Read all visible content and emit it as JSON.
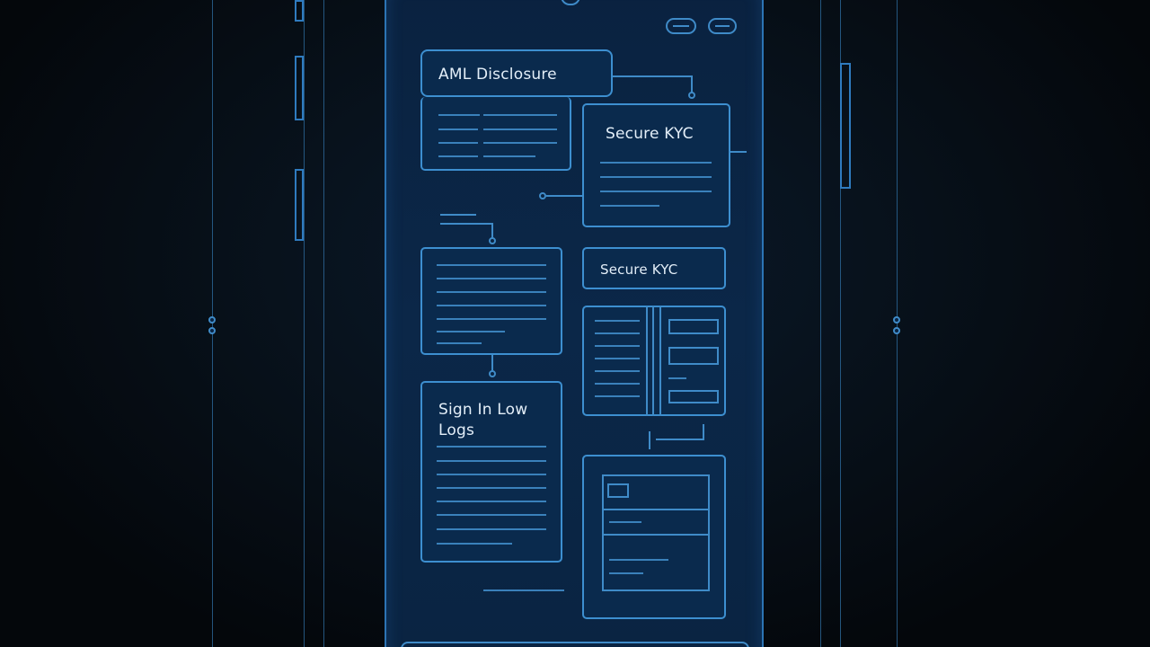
{
  "cards": {
    "aml": {
      "title": "AML Disclosure"
    },
    "kyc_main": {
      "title": "Secure KYC"
    },
    "kyc_small": {
      "title": "Secure KYC"
    },
    "login": {
      "title_line1": "Sign In Low",
      "title_line2": "Logs"
    }
  },
  "header": {
    "icons": [
      "minimize-icon",
      "settings-icon"
    ]
  },
  "colors": {
    "background": "#05080c",
    "panel": "#0b2748",
    "accent": "#3f8bc8",
    "text": "#e3eef8"
  }
}
